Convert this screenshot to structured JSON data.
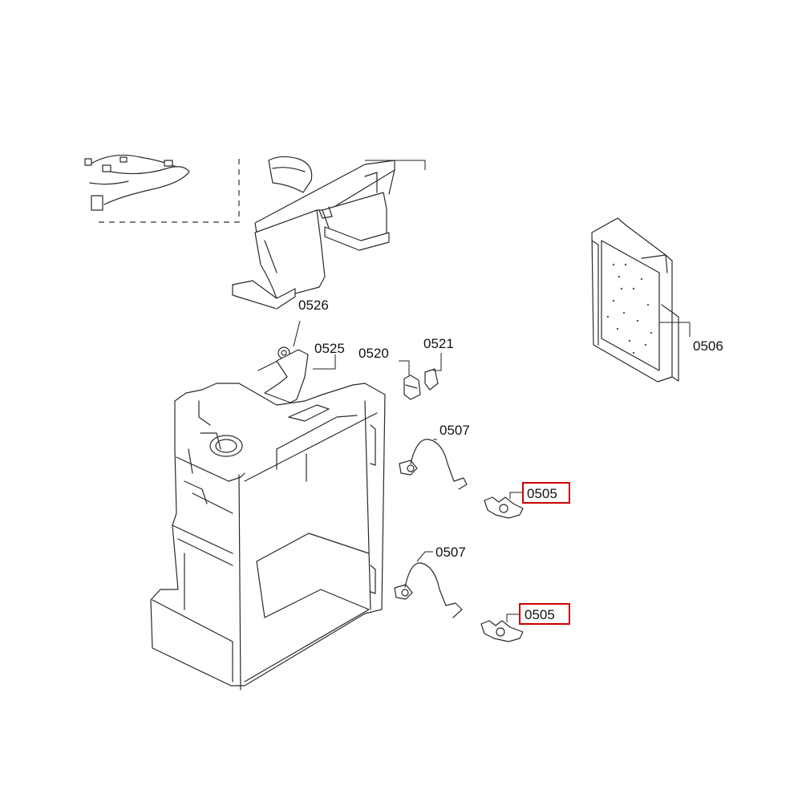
{
  "labels": {
    "p0526": "0526",
    "p0525": "0525",
    "p0520": "0520",
    "p0521": "0521",
    "p0506": "0506",
    "p0507_upper": "0507",
    "p0507_lower": "0507",
    "p0505_upper": "0505",
    "p0505_lower": "0505"
  },
  "colors": {
    "highlight_box": "#cc0000",
    "line": "#2a2a2a",
    "background": "#ffffff"
  }
}
